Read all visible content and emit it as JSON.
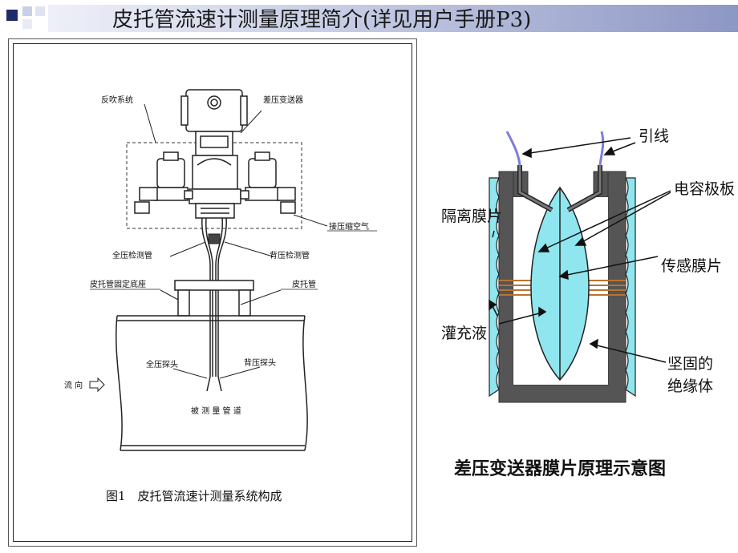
{
  "title": "皮托管流速计测量原理简介(详见用户手册P3)",
  "left_figure": {
    "labels": {
      "backflush": "反吹系统",
      "dp_transmitter": "差压变送器",
      "compressed_air": "接压缩空气",
      "total_pressure_tube": "全压检测管",
      "back_pressure_tube": "背压检测管",
      "pitot_base": "皮托管固定底座",
      "pitot_tube": "皮托管",
      "total_probe": "全压探头",
      "back_probe": "背压探头",
      "flow_direction": "流 向",
      "pipe": "被 测 量 管 道"
    },
    "caption": "图1　皮托管流速计测量系统构成"
  },
  "right_figure": {
    "labels": {
      "lead_wire": "引线",
      "capacitor_plate": "电容极板",
      "isolation_diaphragm": "隔离膜片",
      "sensing_diaphragm": "传感膜片",
      "fill_liquid": "灌充液",
      "insulator_line1": "坚固的",
      "insulator_line2": "绝缘体"
    },
    "caption": "差压变送器膜片原理示意图"
  }
}
